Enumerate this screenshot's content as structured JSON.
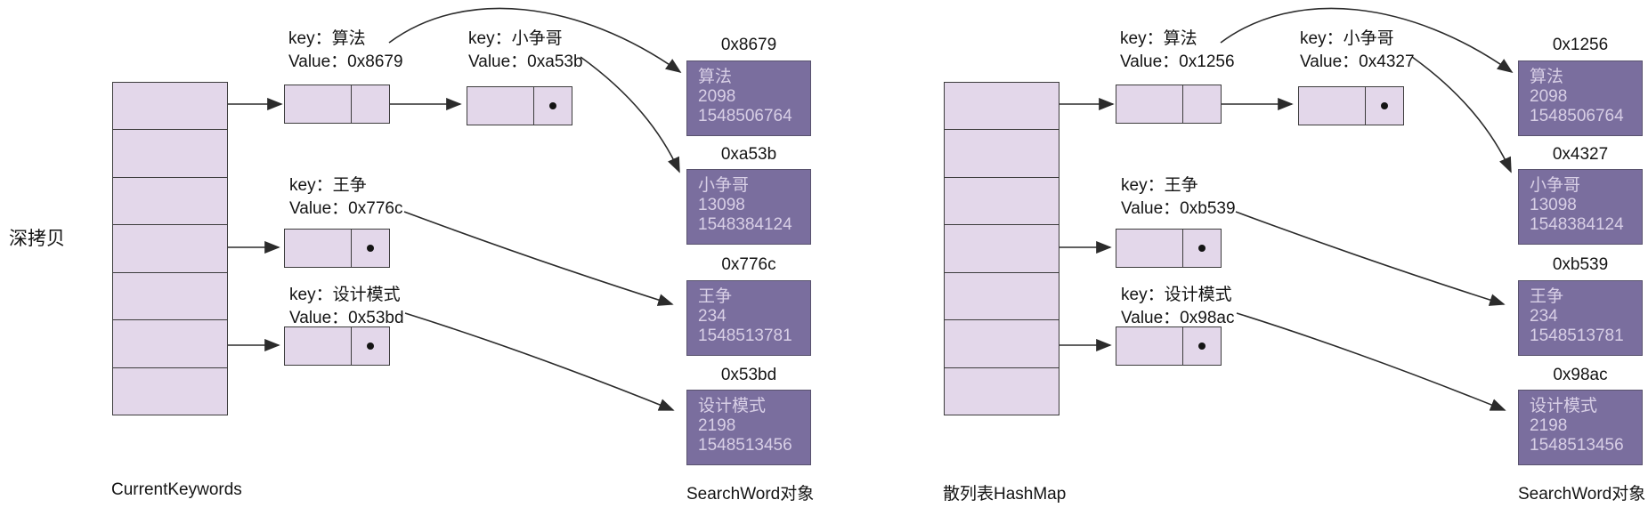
{
  "side_label": "深拷贝",
  "colors": {
    "light_fill": "#e3d7ea",
    "box_border": "#3c3c3c",
    "object_fill": "#7a6e9e",
    "object_border": "#59536e",
    "object_text": "#d8cfe6",
    "text": "#141414",
    "arrow": "#2b2b2b"
  },
  "diagrams": [
    {
      "caption_array": "CurrentKeywords",
      "caption_objects": "SearchWord对象",
      "array_cell_count": 7,
      "entries": [
        {
          "key_label": "key：算法",
          "value_label": "Value：0x8679"
        },
        {
          "key_label": "key：小争哥",
          "value_label": "Value：0xa53b"
        },
        {
          "key_label": "key：王争",
          "value_label": "Value：0x776c"
        },
        {
          "key_label": "key：设计模式",
          "value_label": "Value：0x53bd"
        }
      ],
      "objects": [
        {
          "address": "0x8679",
          "name": "算法",
          "count": "2098",
          "timestamp": "1548506764"
        },
        {
          "address": "0xa53b",
          "name": "小争哥",
          "count": "13098",
          "timestamp": "1548384124"
        },
        {
          "address": "0x776c",
          "name": "王争",
          "count": "234",
          "timestamp": "1548513781"
        },
        {
          "address": "0x53bd",
          "name": "设计模式",
          "count": "2198",
          "timestamp": "1548513456"
        }
      ]
    },
    {
      "caption_array": "散列表HashMap",
      "caption_objects": "SearchWord对象",
      "array_cell_count": 7,
      "entries": [
        {
          "key_label": "key：算法",
          "value_label": "Value：0x1256"
        },
        {
          "key_label": "key：小争哥",
          "value_label": "Value：0x4327"
        },
        {
          "key_label": "key：王争",
          "value_label": "Value：0xb539"
        },
        {
          "key_label": "key：设计模式",
          "value_label": "Value：0x98ac"
        }
      ],
      "objects": [
        {
          "address": "0x1256",
          "name": "算法",
          "count": "2098",
          "timestamp": "1548506764"
        },
        {
          "address": "0x4327",
          "name": "小争哥",
          "count": "13098",
          "timestamp": "1548384124"
        },
        {
          "address": "0xb539",
          "name": "王争",
          "count": "234",
          "timestamp": "1548513781"
        },
        {
          "address": "0x98ac",
          "name": "设计模式",
          "count": "2198",
          "timestamp": "1548513456"
        }
      ]
    }
  ]
}
